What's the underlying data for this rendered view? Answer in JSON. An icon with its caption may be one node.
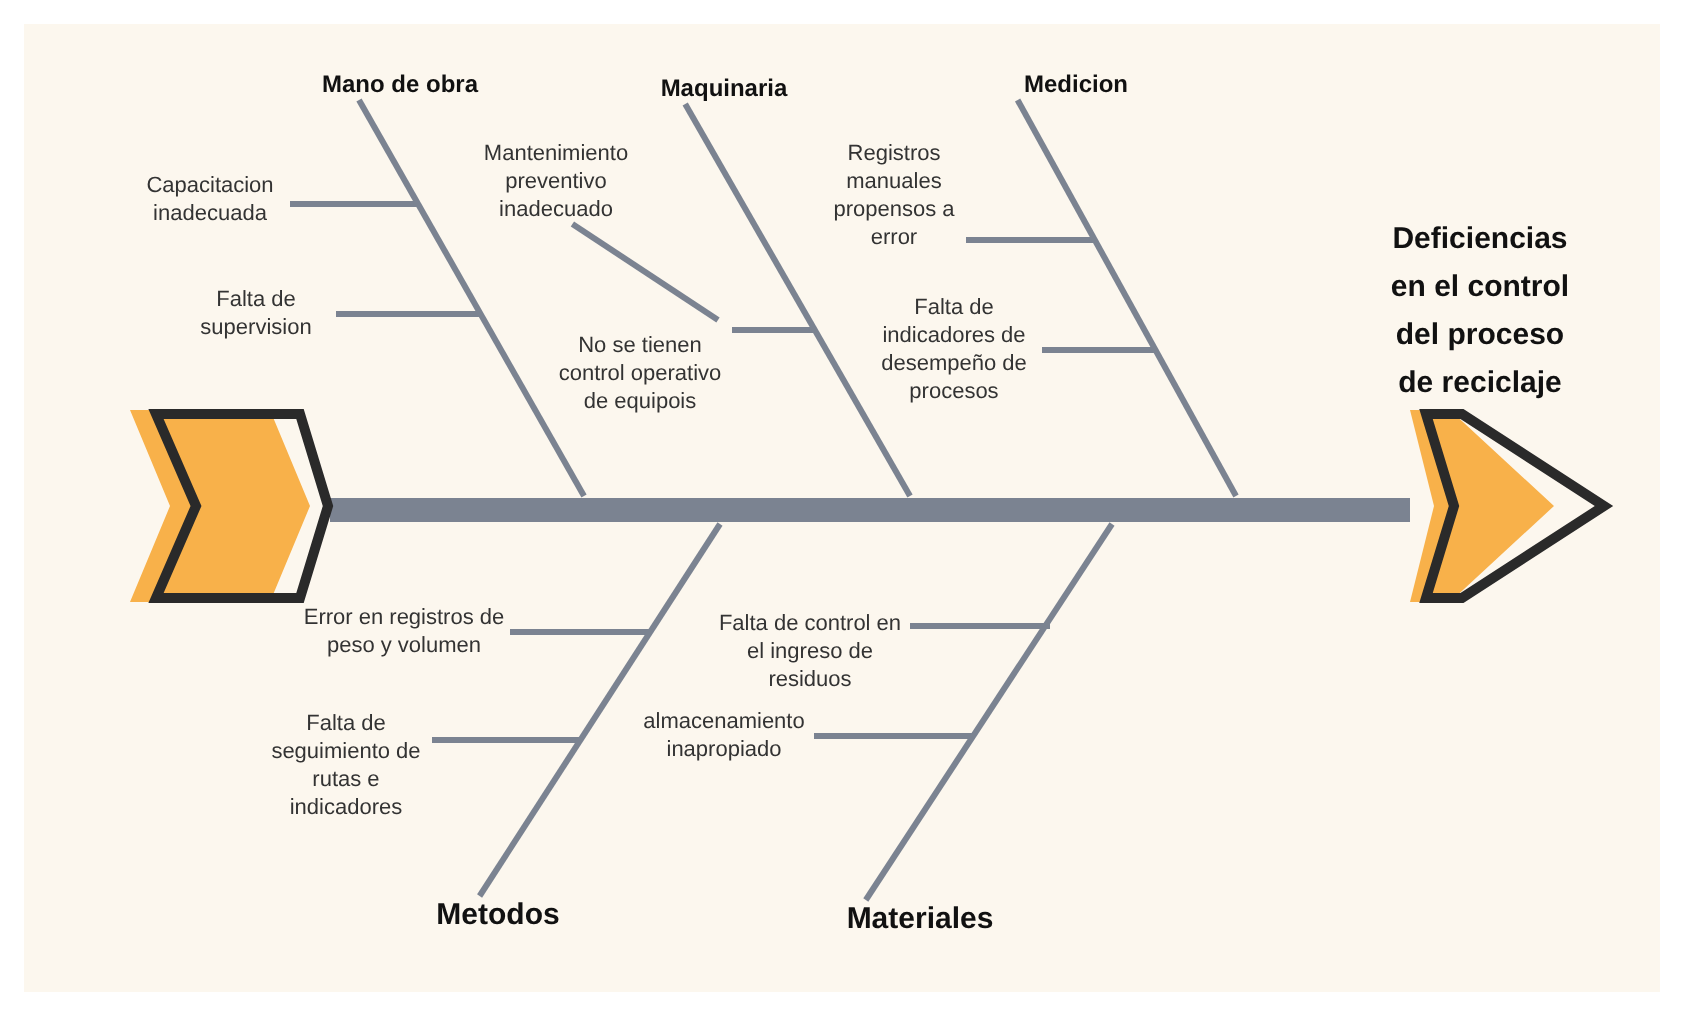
{
  "diagram": {
    "nodes": [
      {
        "text": [],
        "shape": "chevron"
      },
      {
        "text": [],
        "shape": "chevron",
        "beside": [
          "Deficiencias en el control del proceso de reciclaje"
        ]
      },
      {
        "text": [
          "Mano de obra"
        ]
      },
      {
        "text": [
          "Capacitacion inadecuada"
        ]
      },
      {
        "text": [
          "Falta de supervision"
        ]
      },
      {
        "text": [
          "Maquinaria"
        ]
      },
      {
        "text": [
          "Mantenimiento preventivo inadecuado"
        ]
      },
      {
        "text": [
          "No se tienen control operativo de equipois"
        ]
      },
      {
        "text": [
          "Medicion"
        ]
      },
      {
        "text": [
          "Registros manuales propensos a error"
        ]
      },
      {
        "text": [
          "Falta de indicadores de desempeño de procesos"
        ]
      },
      {
        "text": [
          "Metodos"
        ]
      },
      {
        "text": [
          "Error en registros de peso y volumen"
        ]
      },
      {
        "text": [
          "Falta de seguimiento de rutas e indicadores"
        ]
      },
      {
        "text": [
          "Materiales"
        ]
      },
      {
        "text": [
          "Falta de control en el ingreso de residuos"
        ]
      },
      {
        "text": [
          "almacenamiento inapropiado"
        ]
      }
    ],
    "edges": [
      {
        "from": 0,
        "to": 1,
        "arrow": "none",
        "style": "thick"
      },
      {
        "from": 2,
        "to": null,
        "arrow": "none"
      },
      {
        "from": 5,
        "to": null,
        "arrow": "none"
      },
      {
        "from": 8,
        "to": null,
        "arrow": "none"
      },
      {
        "from": 11,
        "to": null,
        "arrow": "none"
      },
      {
        "from": 14,
        "to": null,
        "arrow": "none"
      },
      {
        "from": 3,
        "to": null,
        "arrow": "none"
      },
      {
        "from": 4,
        "to": null,
        "arrow": "none"
      },
      {
        "from": 6,
        "to": 7,
        "arrow": "none"
      },
      {
        "from": 7,
        "to": null,
        "arrow": "none"
      },
      {
        "from": 9,
        "to": null,
        "arrow": "none"
      },
      {
        "from": 10,
        "to": null,
        "arrow": "none"
      },
      {
        "from": 12,
        "to": null,
        "arrow": "none"
      },
      {
        "from": 13,
        "to": null,
        "arrow": "none"
      },
      {
        "from": 15,
        "to": null,
        "arrow": "none"
      },
      {
        "from": 16,
        "to": null,
        "arrow": "none"
      }
    ]
  }
}
